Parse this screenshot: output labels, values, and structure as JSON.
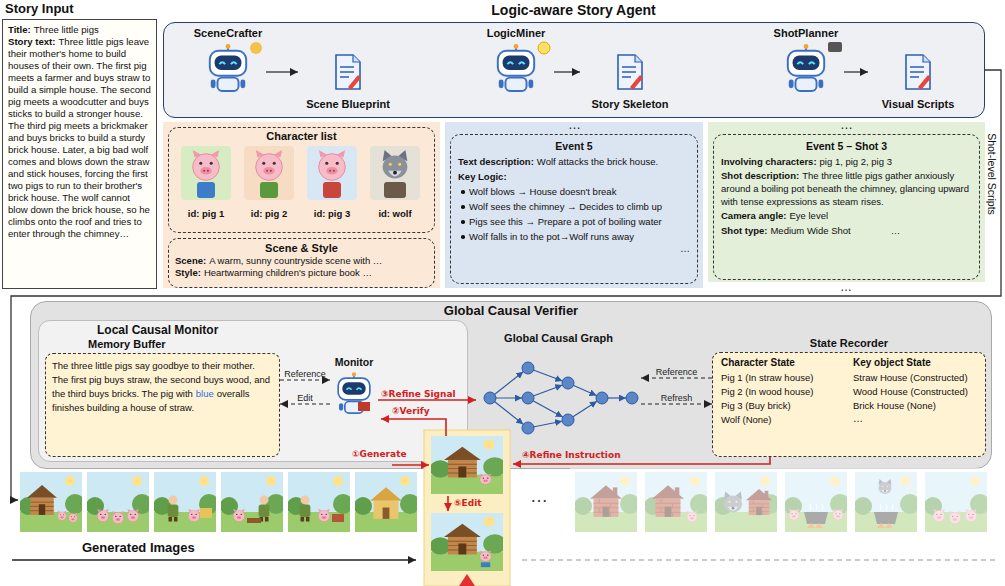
{
  "diagram": {
    "nodes": [
      {
        "text": [
          "Story Input",
          "Title:",
          "Three little pigs",
          "Story text:",
          "Three little pigs leave their mother's home to build houses of their own. The first pig meets a farmer and buys straw to build a simple house. The second pig meets a woodcutter and buys sticks to build a stronger house. The third pig meets a brickmaker and buys bricks to build a sturdy brick house. Later, a big bad wolf comes and blows down the straw and stick houses, forcing the first two pigs to run to their brother's brick house. The wolf cannot blow down the brick house, so he climbs onto the roof and tries to enter through the chimney…"
        ]
      },
      {
        "text": [
          "Logic-aware Story Agent"
        ]
      },
      {
        "text": [
          "SceneCrafter"
        ],
        "in": 1
      },
      {
        "text": [
          "Scene Blueprint"
        ],
        "in": 1
      },
      {
        "text": [
          "LogicMiner"
        ],
        "in": 1
      },
      {
        "text": [
          "Story Skeleton"
        ],
        "in": 1
      },
      {
        "text": [
          "ShotPlanner"
        ],
        "in": 1
      },
      {
        "text": [
          "Visual Scripts"
        ],
        "in": 1
      },
      {
        "text": [
          "Character list",
          "id: pig 1",
          "id: pig 2",
          "id: pig 3",
          "id: wolf"
        ]
      },
      {
        "text": [
          "Scene & Style",
          "Scene:",
          "A warm, sunny countryside scene with …",
          "Style:",
          "Heartwarming children's picture book …"
        ]
      },
      {
        "text": [
          "Event 5",
          "Text description:",
          "Wolf attacks the brick house.",
          "Key Logic:",
          "Wolf blows → House doesn't break",
          "Wolf sees the chimney → Decides to climb up",
          "Pigs see this → Prepare a pot of boiling water",
          "Wolf falls in to the pot→Wolf runs away",
          "…"
        ]
      },
      {
        "text": [
          "Event 5 – Shot 3",
          "Involving characters:",
          "pig 1, pig 2, pig 3",
          "Shot description:",
          "The three little pigs gather anxiously around a boiling pot beneath the chimney, glancing upward with tense expressions as steam rises.",
          "Camera angle:",
          "Eye level",
          "Shot type:",
          "Medium Wide Shot",
          "…"
        ]
      },
      {
        "text": [
          "Global Causal Verifier"
        ]
      },
      {
        "text": [
          "Local Causal Monitor"
        ],
        "in": 12
      },
      {
        "text": [
          "Memory Buffer",
          "The three little pigs say goodbye to their mother. The first pig buys straw, the second buys wood, and the third buys bricks. The pig with",
          "blue",
          "overalls finishes building a house of straw."
        ],
        "in": 13
      },
      {
        "text": [
          "Monitor"
        ],
        "in": 13
      },
      {
        "text": [
          "Global Causal Graph"
        ],
        "in": 12
      },
      {
        "text": [
          "State Recorder",
          "Character State",
          "Pig 1 (In straw house)",
          "Pig 2 (In wood house)",
          "Pig 3 (Buy brick)",
          "Wolf (None)",
          "Key object State",
          "Straw House (Constructed)",
          "Wood House (Constructed)",
          "Brick House (None)",
          "…"
        ],
        "in": 12
      }
    ],
    "edges": [
      {
        "from": 2,
        "to": 3,
        "arrow": "to"
      },
      {
        "from": 4,
        "to": 5,
        "arrow": "to"
      },
      {
        "from": 6,
        "to": 7,
        "arrow": "to"
      },
      {
        "from": 14,
        "to": 15,
        "label": "Reference",
        "arrow": "to"
      },
      {
        "from": 15,
        "to": 14,
        "label": "Edit",
        "arrow": "to"
      },
      {
        "from": 15,
        "to": 16,
        "label": "③Refine Signal",
        "arrow": "to"
      },
      {
        "from": 17,
        "to": 16,
        "label": "Reference",
        "arrow": "to"
      },
      {
        "from": 16,
        "to": 17,
        "label": "Refresh",
        "arrow": "to"
      }
    ],
    "labels": [
      "…",
      "…",
      "…",
      "Shot-level Scripts",
      "②Verify",
      "④Refine Instruction",
      "①Generate",
      "⑤Edit",
      "Generated Images",
      "…"
    ]
  }
}
